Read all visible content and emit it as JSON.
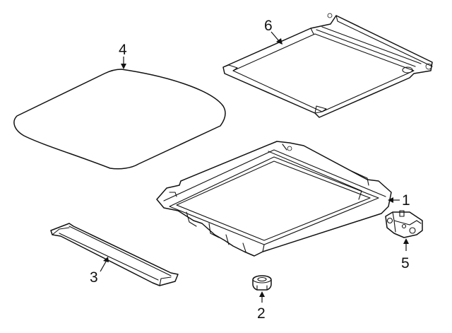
{
  "colors": {
    "line": "#111111",
    "background": "#ffffff"
  },
  "callouts": {
    "c1": "1",
    "c2": "2",
    "c3": "3",
    "c4": "4",
    "c5": "5",
    "c6": "6"
  }
}
